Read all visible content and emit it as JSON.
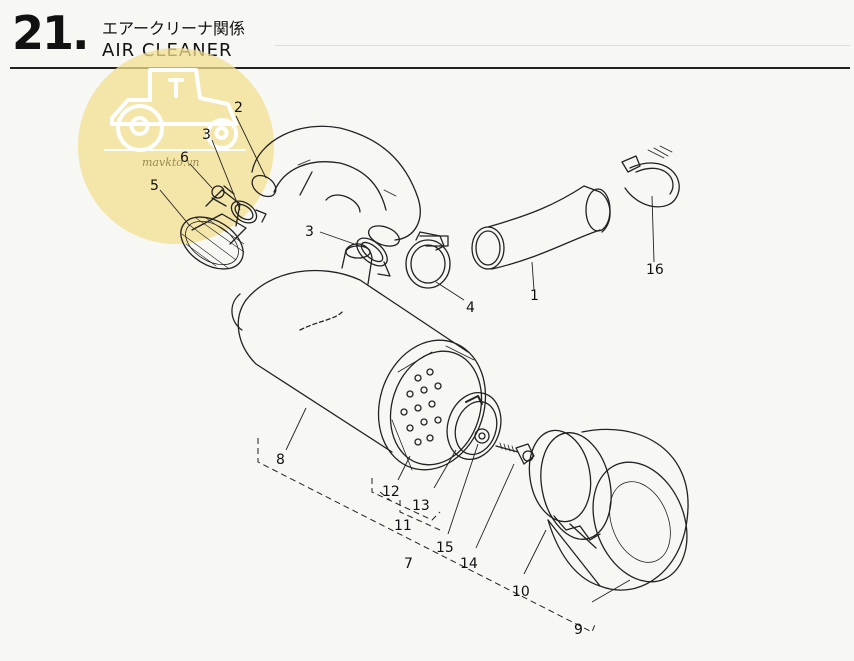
{
  "header": {
    "section_number": "21.",
    "title_jp": "エアークリーナ関係",
    "title_en": "AIR CLEANER"
  },
  "watermark": {
    "text": "mavkto.vn",
    "icon": "tractor-icon",
    "color": "#f3df8f"
  },
  "callouts": {
    "p1": "1",
    "p2": "2",
    "p3a": "3",
    "p3b": "3",
    "p4": "4",
    "p5": "5",
    "p6": "6",
    "p7": "7",
    "p8": "8",
    "p9": "9",
    "p10": "10",
    "p11": "11",
    "p12": "12",
    "p13": "13",
    "p14": "14",
    "p15": "15",
    "p16": "16"
  },
  "colors": {
    "line": "#222222",
    "paper": "#f7f7f4"
  }
}
